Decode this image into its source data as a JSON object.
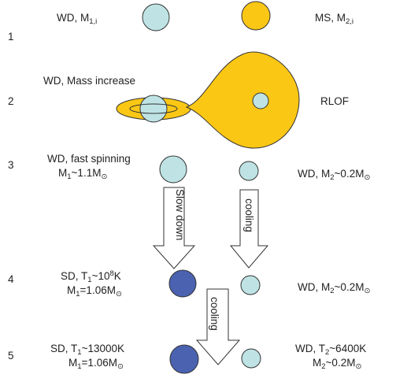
{
  "colors": {
    "wd_fill": "#bfe3e5",
    "ms_fill": "#fbc715",
    "sd_fill": "#4a62b0",
    "outline": "#333333"
  },
  "steps": [
    {
      "number": "1",
      "left": {
        "lines": [
          {
            "label": "WD, M",
            "sub": "1,i"
          }
        ]
      },
      "right": {
        "lines": [
          {
            "label": "MS, M",
            "sub": "2,i"
          }
        ]
      }
    },
    {
      "number": "2",
      "left": {
        "lines": [
          {
            "label": "WD, Mass increase"
          }
        ]
      },
      "right": {
        "lines": [
          {
            "label": "RLOF"
          }
        ]
      }
    },
    {
      "number": "3",
      "left": {
        "lines": [
          {
            "label": "WD, fast spinning"
          },
          {
            "label": "M",
            "sub": "1",
            "rest": "~1.1M",
            "sub2": "⊙"
          }
        ]
      },
      "right": {
        "lines": [
          {
            "label": "WD, M",
            "sub": "2",
            "rest": "~0.2M",
            "sub2": "⊙"
          }
        ]
      }
    },
    {
      "number": "4",
      "left": {
        "lines": [
          {
            "label": "SD, T",
            "sub": "1",
            "rest": "~10",
            "sup": "8",
            "rest2": "K"
          },
          {
            "label": "M",
            "sub": "1",
            "rest": "=1.06M",
            "sub2": "⊙"
          }
        ]
      },
      "right": {
        "lines": [
          {
            "label": "WD, M",
            "sub": "2",
            "rest": "~0.2M",
            "sub2": "⊙"
          }
        ]
      }
    },
    {
      "number": "5",
      "left": {
        "lines": [
          {
            "label": "SD, T",
            "sub": "1",
            "rest": "~13000K"
          },
          {
            "label": "M",
            "sub": "1",
            "rest": "=1.06M",
            "sub2": "⊙"
          }
        ]
      },
      "right": {
        "lines": [
          {
            "label": "WD, T",
            "sub": "2",
            "rest": "~6400K"
          },
          {
            "label": "M",
            "sub": "2",
            "rest": "~0.2M",
            "sub2": "⊙"
          }
        ]
      }
    }
  ],
  "arrows": [
    {
      "label": "Slow down"
    },
    {
      "label": "cooling"
    },
    {
      "label": "cooling"
    }
  ]
}
